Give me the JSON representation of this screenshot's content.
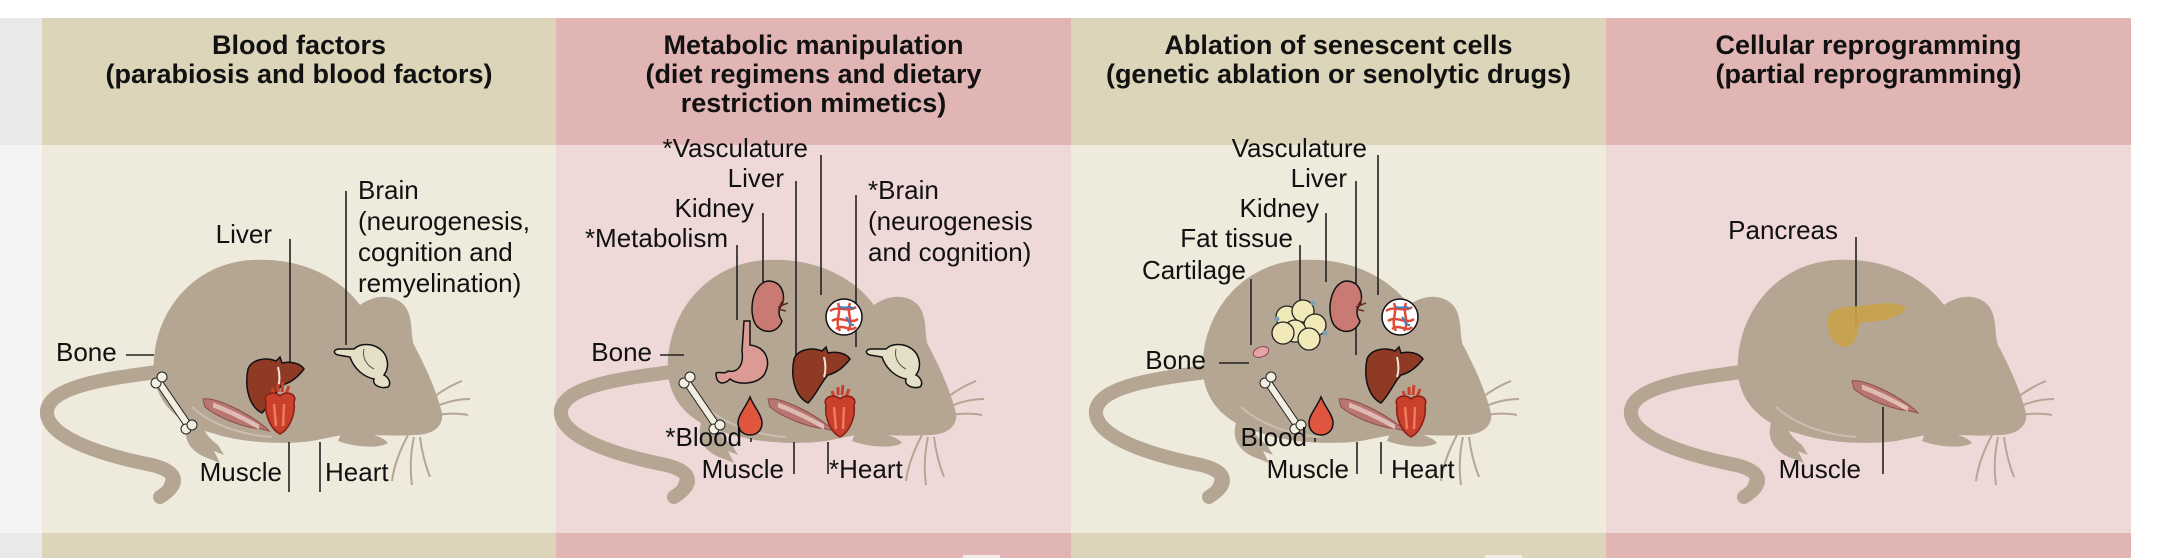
{
  "figure": {
    "panels": [
      {
        "id": "blood-factors",
        "theme": "tan",
        "title_lines": [
          "Blood factors",
          "(parabiosis and blood factors)"
        ],
        "organs": [
          "bone",
          "liver",
          "brain",
          "muscle",
          "heart"
        ],
        "labels": {
          "bone": [
            "Bone"
          ],
          "liver": [
            "Liver"
          ],
          "brain": [
            "Brain",
            "(neurogenesis,",
            "cognition and",
            "remyelination)"
          ],
          "muscle": [
            "Muscle"
          ],
          "heart": [
            "Heart"
          ]
        }
      },
      {
        "id": "metabolic-manipulation",
        "theme": "pink",
        "title_lines": [
          "Metabolic manipulation",
          "(diet regimens and dietary",
          "restriction mimetics)"
        ],
        "organs": [
          "vasculature",
          "liver",
          "kidney",
          "metabolism",
          "brain",
          "bone",
          "blood",
          "muscle",
          "heart"
        ],
        "labels": {
          "vasculature": [
            "*Vasculature"
          ],
          "liver": [
            "Liver"
          ],
          "kidney": [
            "Kidney"
          ],
          "metabolism": [
            "*Metabolism"
          ],
          "brain": [
            "*Brain",
            "(neurogenesis",
            "and cognition)"
          ],
          "bone": [
            "Bone"
          ],
          "blood": [
            "*Blood"
          ],
          "muscle": [
            "Muscle"
          ],
          "heart": [
            "*Heart"
          ]
        }
      },
      {
        "id": "ablation-senescent-cells",
        "theme": "tan",
        "title_lines": [
          "Ablation of senescent cells",
          "(genetic ablation or senolytic drugs)"
        ],
        "organs": [
          "vasculature",
          "liver",
          "kidney",
          "fat",
          "cartilage",
          "bone",
          "blood",
          "muscle",
          "heart"
        ],
        "labels": {
          "vasculature": [
            "Vasculature"
          ],
          "liver": [
            "Liver"
          ],
          "kidney": [
            "Kidney"
          ],
          "fat": [
            "Fat tissue"
          ],
          "cartilage": [
            "Cartilage"
          ],
          "bone": [
            "Bone"
          ],
          "blood": [
            "Blood"
          ],
          "muscle": [
            "Muscle"
          ],
          "heart": [
            "Heart"
          ]
        }
      },
      {
        "id": "cellular-reprogramming",
        "theme": "pink",
        "title_lines": [
          "Cellular reprogramming",
          "(partial reprogramming)"
        ],
        "organs": [
          "pancreas",
          "muscle"
        ],
        "labels": {
          "pancreas": [
            "Pancreas"
          ],
          "muscle": [
            "Muscle"
          ]
        }
      }
    ],
    "colors": {
      "tan_header": "#ddd5ba",
      "tan_body": "#eeeadc",
      "pink_header": "#e0b5b3",
      "pink_body": "#efd9d8",
      "mouse": "#b5a694",
      "liver": "#8e3a24",
      "heart": "#c9402c",
      "muscle": "#b9756f",
      "kidney": "#c97a72",
      "brain": "#e6dfc7",
      "bone": "#f2efe2",
      "blood": "#e0553e",
      "fat": "#f2e9b8",
      "cartilage": "#e7a1a8",
      "pancreas": "#c9a24a",
      "stomach": "#dc9a94",
      "vasculature_red": "#e04a36",
      "vasculature_blue": "#3d7fc2"
    }
  }
}
